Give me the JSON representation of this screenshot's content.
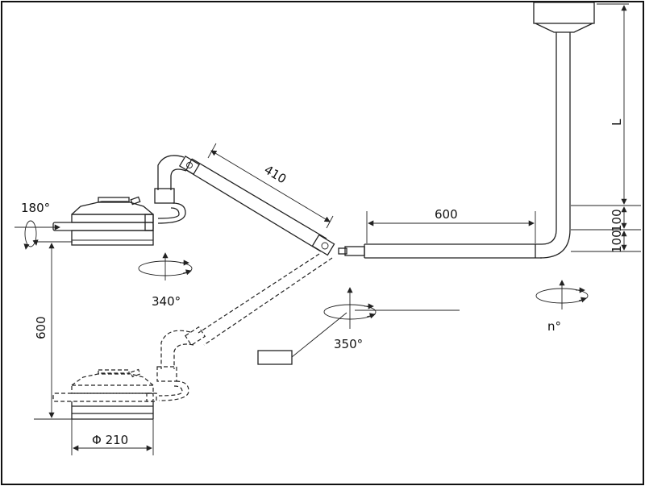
{
  "labels": {
    "dim_L": "L",
    "dim_100_a": "100",
    "dim_100_b": "100",
    "dim_600_top": "600",
    "dim_410": "410",
    "angle_180": "180°",
    "angle_340": "340°",
    "angle_350": "350°",
    "angle_n": "n°",
    "dim_600_left": "600",
    "dim_phi210": "Φ 210"
  }
}
